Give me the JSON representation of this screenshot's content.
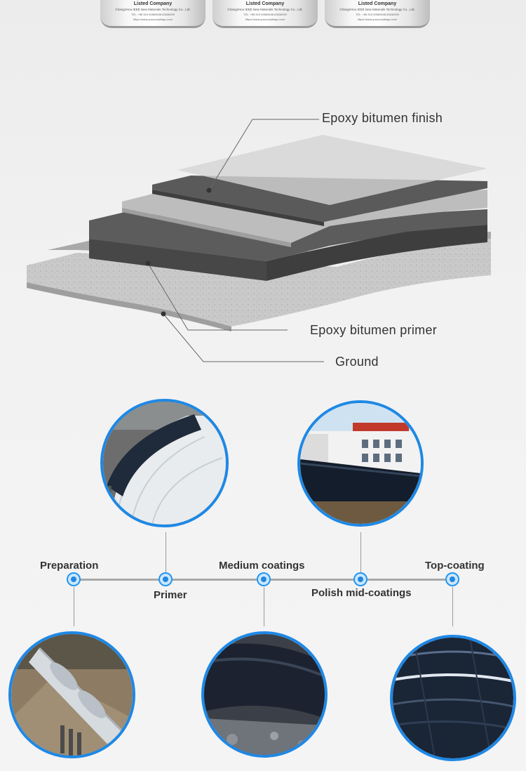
{
  "cans": [
    {
      "company": "Listed Company",
      "line2": "ChangzHou IEEE New Materials Technology Co., Ltd.",
      "line3": "TEL: +86 519 83560638  83636399",
      "line4": "https://www.yuruncoatings.com/"
    },
    {
      "company": "Listed Company",
      "line2": "ChangzHou IEEE New Materials Technology Co., Ltd.",
      "line3": "TEL: +86 519 83560638  83636399",
      "line4": "https://www.yuruncoatings.com/"
    },
    {
      "company": "Listed Company",
      "line2": "ChangzHou IEEE New Materials Technology Co., Ltd.",
      "line3": "TEL: +86 519 83560638  83636399",
      "line4": "https://www.yuruncoatings.com/"
    }
  ],
  "layers": {
    "finish": "Epoxy bitumen finish",
    "primer": "Epoxy bitumen primer",
    "ground": "Ground"
  },
  "process": {
    "steps": [
      "Preparation",
      "Primer",
      "Medium coatings",
      "Polish mid-coatings",
      "Top-coating"
    ]
  },
  "colors": {
    "accent": "#1e88e5",
    "coating_dark": "#4a4a4a",
    "coating_mid": "#5e5e5e",
    "coating_light": "#bfbfbf"
  }
}
